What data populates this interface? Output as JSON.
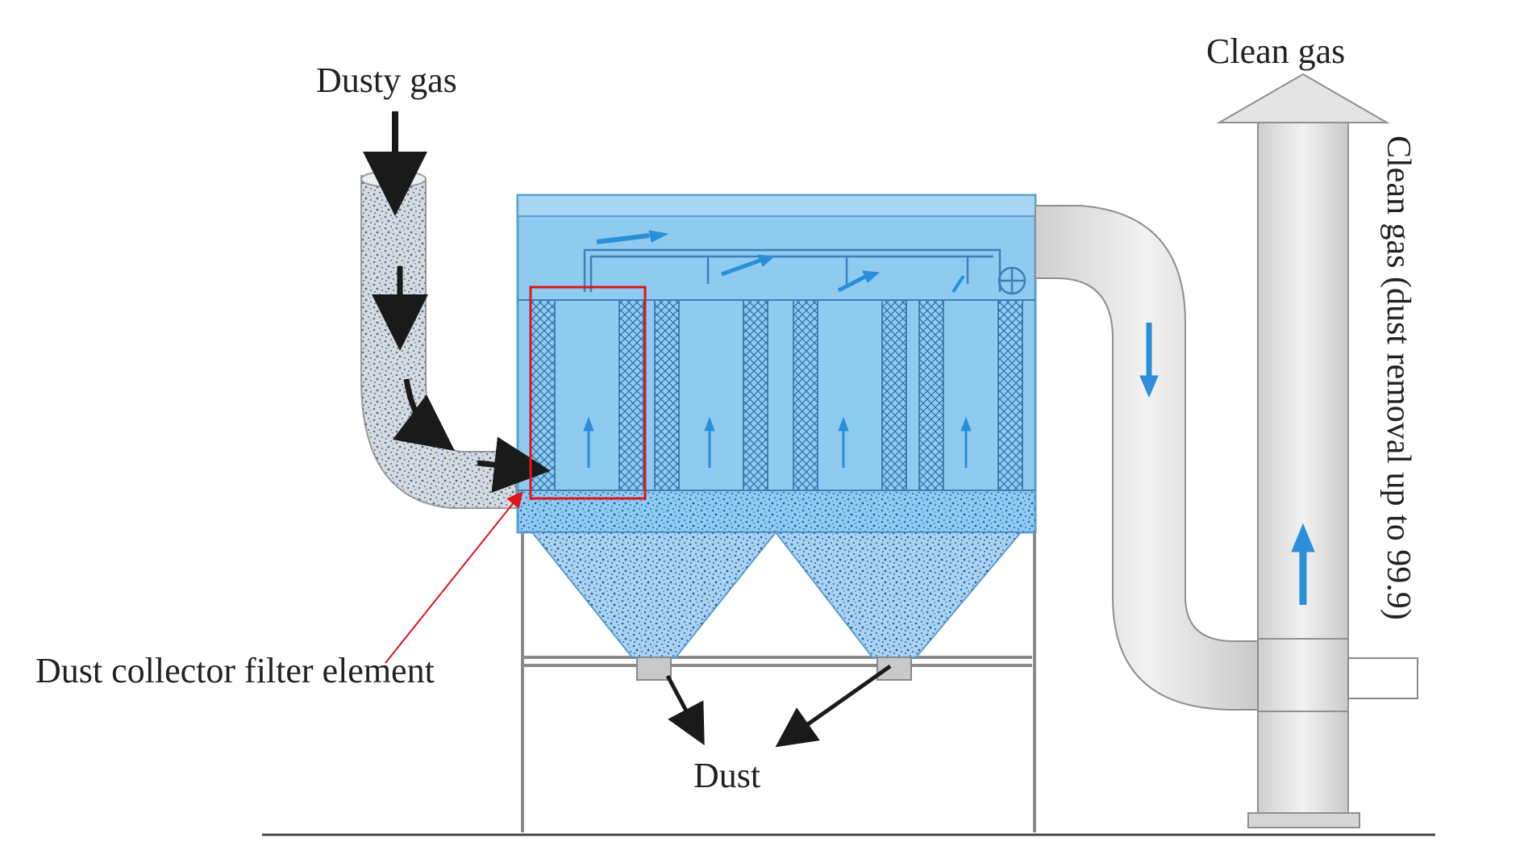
{
  "diagram": {
    "labels": {
      "dusty_gas": "Dusty gas",
      "clean_gas_top": "Clean gas",
      "clean_gas_note": "Clean gas (dust removal up to 99.9)",
      "filter_element": "Dust collector filter element",
      "dust": "Dust"
    },
    "colors": {
      "housing_fill": "#7fc4ec",
      "housing_stroke": "#5a9fcf",
      "dust_particles": "#2e62b5",
      "flow_arrow_blue": "#2a8fd8",
      "flow_arrow_dark": "#1a1a1a",
      "duct_gray": "#e2e2e2",
      "highlight_red": "#e0141b"
    }
  }
}
